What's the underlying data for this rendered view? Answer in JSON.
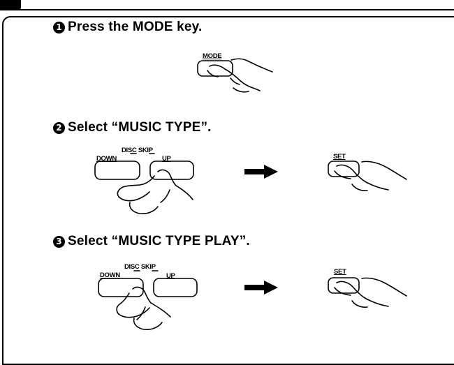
{
  "steps": [
    {
      "number": "1",
      "text": "Press the MODE key."
    },
    {
      "number": "2",
      "text": "Select “MUSIC TYPE”."
    },
    {
      "number": "3",
      "text": "Select “MUSIC TYPE PLAY”."
    }
  ],
  "keys": {
    "mode": "MODE",
    "disc_skip": "DISC SKIP",
    "down": "DOWN",
    "up": "UP",
    "set": "SET"
  },
  "icons": {
    "finger_press": "pointing-hand-icon",
    "next_step": "right-arrow-icon"
  }
}
